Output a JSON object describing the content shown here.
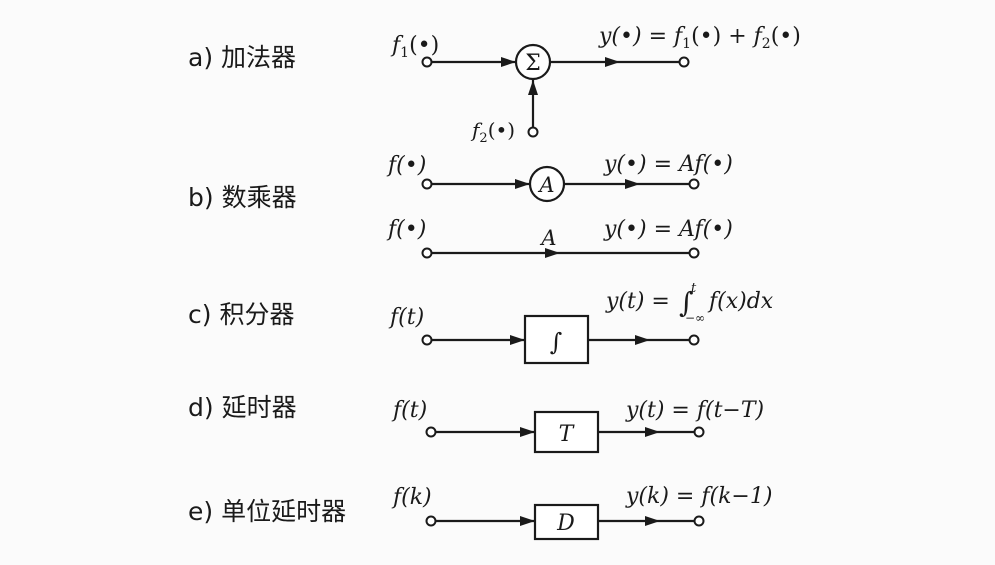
{
  "labels": {
    "a": "a) 加法器",
    "b": "b) 数乘器",
    "c": "c) 积分器",
    "d": "d) 延时器",
    "e": "e) 单位延时器"
  },
  "adder": {
    "in1_f": "f",
    "in1_sub": "1",
    "in1_arg": "(•)",
    "in2_f": "f",
    "in2_sub": "2",
    "in2_arg": "(•)",
    "node": "Σ",
    "out_lhs": "y(•) = ",
    "out_f1": "f",
    "out_sub1": "1",
    "out_mid": "(•) + ",
    "out_f2": "f",
    "out_sub2": "2",
    "out_tail": "(•)"
  },
  "scaler": {
    "in_label": "f(•)",
    "node": "A",
    "out_label": "y(•) = Af(•)",
    "alt_in_label": "f(•)",
    "alt_gain": "A",
    "alt_out_label": "y(•) = Af(•)"
  },
  "integrator": {
    "in_label": "f(t)",
    "block": "∫",
    "out_lhs": "y(t) = ",
    "out_int": "∫",
    "out_upper": "t",
    "out_lower": "−∞",
    "out_rhs": "f(x)dx"
  },
  "delay": {
    "in_label": "f(t)",
    "block": "T",
    "out_label": "y(t) = f(t−T)"
  },
  "unit_delay": {
    "in_label": "f(k)",
    "block": "D",
    "out_label": "y(k) = f(k−1)"
  }
}
